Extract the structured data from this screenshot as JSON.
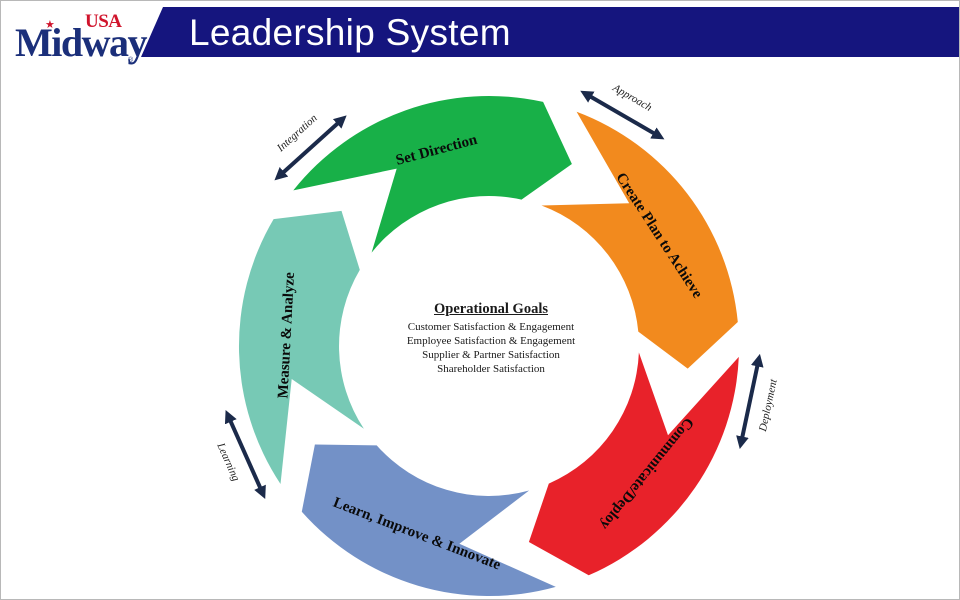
{
  "header": {
    "title": "Leadership System",
    "band_color": "#15157e"
  },
  "logo": {
    "usa": "USA",
    "main": "Midway",
    "star": "★",
    "registered": "®"
  },
  "cycle": {
    "segments": [
      {
        "label": "Set Direction",
        "color": "#18b048"
      },
      {
        "label": "Create Plan to Achieve",
        "color": "#f28a1e"
      },
      {
        "label": "Communicate/Deploy",
        "color": "#e8222a"
      },
      {
        "label": "Learn, Improve & Innovate",
        "color": "#7391c7"
      },
      {
        "label": "Measure & Analyze",
        "color": "#77c9b5"
      }
    ],
    "connectors": [
      {
        "label": "Approach"
      },
      {
        "label": "Deployment"
      },
      {
        "label": ""
      },
      {
        "label": "Learning"
      },
      {
        "label": "Integration"
      }
    ]
  },
  "goals": {
    "title": "Operational Goals",
    "items": [
      "Customer Satisfaction & Engagement",
      "Employee Satisfaction & Engagement",
      "Supplier & Partner Satisfaction",
      "Shareholder Satisfaction"
    ]
  }
}
